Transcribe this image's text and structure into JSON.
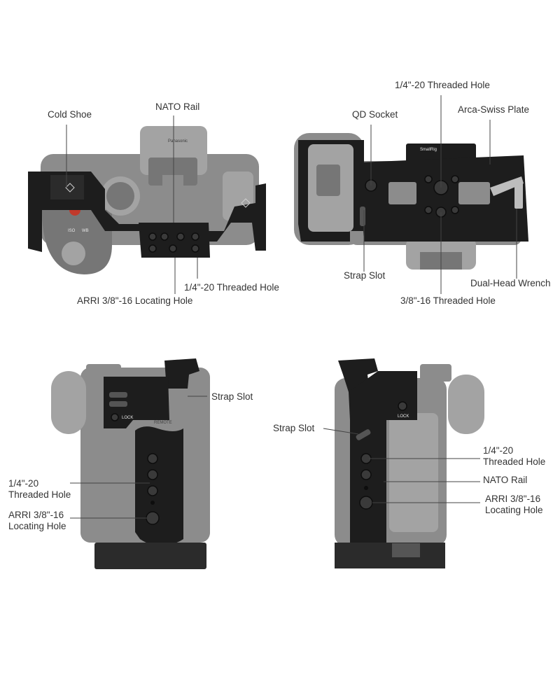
{
  "views": {
    "top": {
      "labels": {
        "cold_shoe": "Cold Shoe",
        "nato_rail": "NATO Rail",
        "threaded_hole": "1/4\"-20 Threaded Hole",
        "arri_locating_hole": "ARRI 3/8\"-16 Locating Hole"
      },
      "markings": {
        "brand": "Panasonic",
        "dial_iso": "ISO",
        "dial_wb": "WB"
      }
    },
    "bottom": {
      "labels": {
        "threaded_hole": "1/4\"-20 Threaded Hole",
        "qd_socket": "QD Socket",
        "arca_swiss_plate": "Arca-Swiss Plate",
        "strap_slot": "Strap Slot",
        "dual_head_wrench": "Dual-Head Wrench",
        "threaded_hole_38": "3/8\"-16 Threaded Hole"
      },
      "markings": {
        "brand": "SmallRig"
      }
    },
    "left_side": {
      "labels": {
        "strap_slot": "Strap Slot",
        "threaded_hole_line1": "1/4\"-20",
        "threaded_hole_line2": "Threaded Hole",
        "arri_line1": "ARRI 3/8\"-16",
        "arri_line2": "Locating Hole"
      },
      "markings": {
        "lock": "LOCK",
        "remote": "REMOTE"
      }
    },
    "right_side": {
      "labels": {
        "strap_slot": "Strap Slot",
        "threaded_hole_line1": "1/4\"-20",
        "threaded_hole_line2": "Threaded Hole",
        "nato_rail": "NATO Rail",
        "arri_line1": "ARRI 3/8\"-16",
        "arri_line2": "Locating Hole"
      },
      "markings": {
        "lock": "LOCK"
      }
    }
  }
}
